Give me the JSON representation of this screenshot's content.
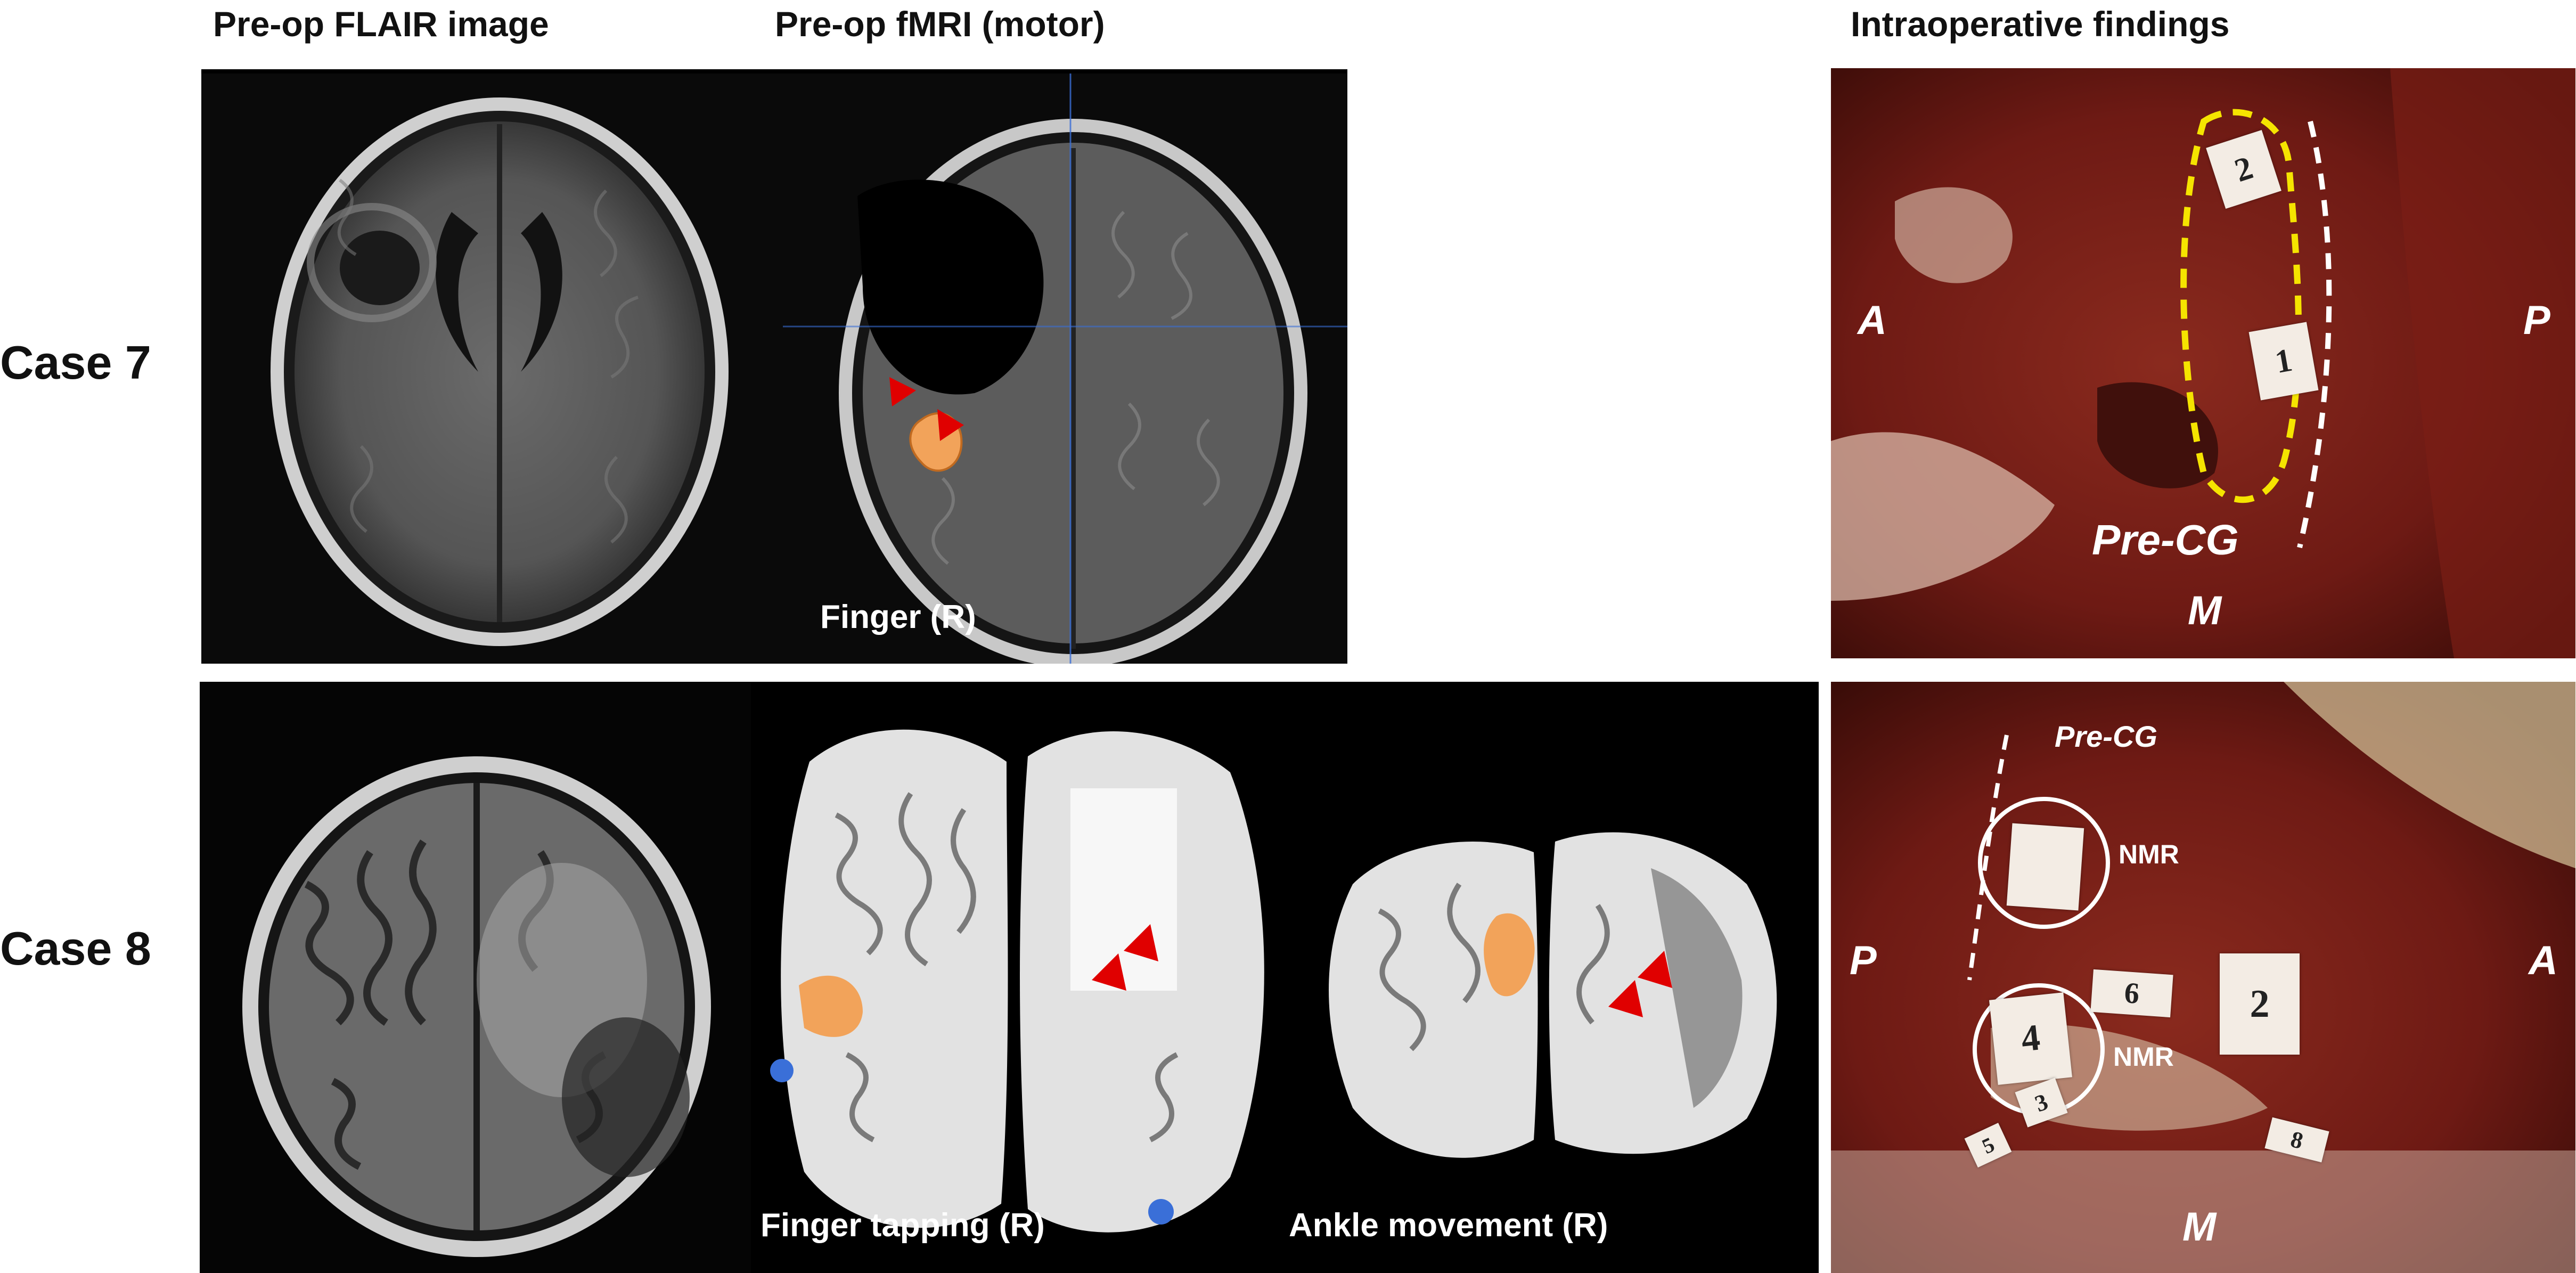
{
  "headers": {
    "flair": "Pre-op FLAIR image",
    "fmri": "Pre-op fMRI (motor)",
    "intraop": "Intraoperative findings"
  },
  "cases": [
    {
      "label": "Case 7",
      "fmri_labels": [
        "Finger (R)"
      ],
      "intraop_labels": {
        "anterior": "A",
        "posterior": "P",
        "medial": "M",
        "precg": "Pre-CG"
      },
      "markers": [
        "2",
        "1"
      ]
    },
    {
      "label": "Case 8",
      "fmri_labels": [
        "Finger tapping (R)",
        "Ankle movement (R)"
      ],
      "intraop_labels": {
        "anterior": "A",
        "posterior": "P",
        "medial": "M",
        "precg": "Pre-CG",
        "nmr1": "NMR",
        "nmr2": "NMR"
      },
      "markers": [
        "4",
        "6",
        "2",
        "3",
        "8",
        "5"
      ]
    }
  ],
  "colors": {
    "fmri_activation": "#f2a35a",
    "fmri_negative": "#3a6fd8",
    "arrowhead": "#e00000",
    "precg_outline": "#f5e400",
    "surgical_bg": "#6e1a14"
  }
}
